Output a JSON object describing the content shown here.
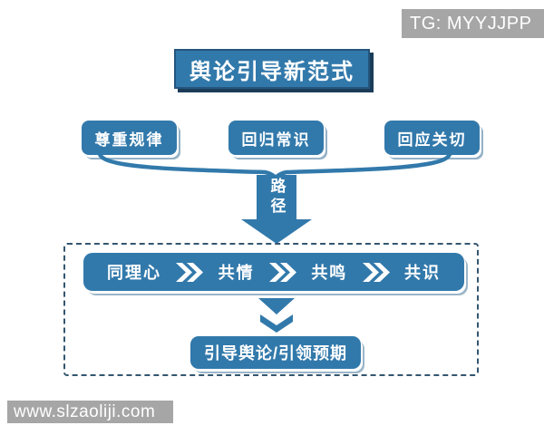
{
  "watermarks": {
    "top_right": "TG: MYYJJPP",
    "bottom_left": "www.slzaoliji.com"
  },
  "title": "舆论引导新范式",
  "principles": [
    {
      "label": "尊重规律"
    },
    {
      "label": "回归常识"
    },
    {
      "label": "回应关切"
    }
  ],
  "path_arrow_label": "路径",
  "steps": {
    "items": [
      "同理心",
      "共情",
      "共鸣",
      "共识"
    ]
  },
  "outcome": "引导舆论/引领预期",
  "colors": {
    "primary_blue": "#3279ab",
    "dark_navy": "#1b3c59",
    "dash_border": "#33566f",
    "watermark_gray": "#a6a6a6"
  }
}
